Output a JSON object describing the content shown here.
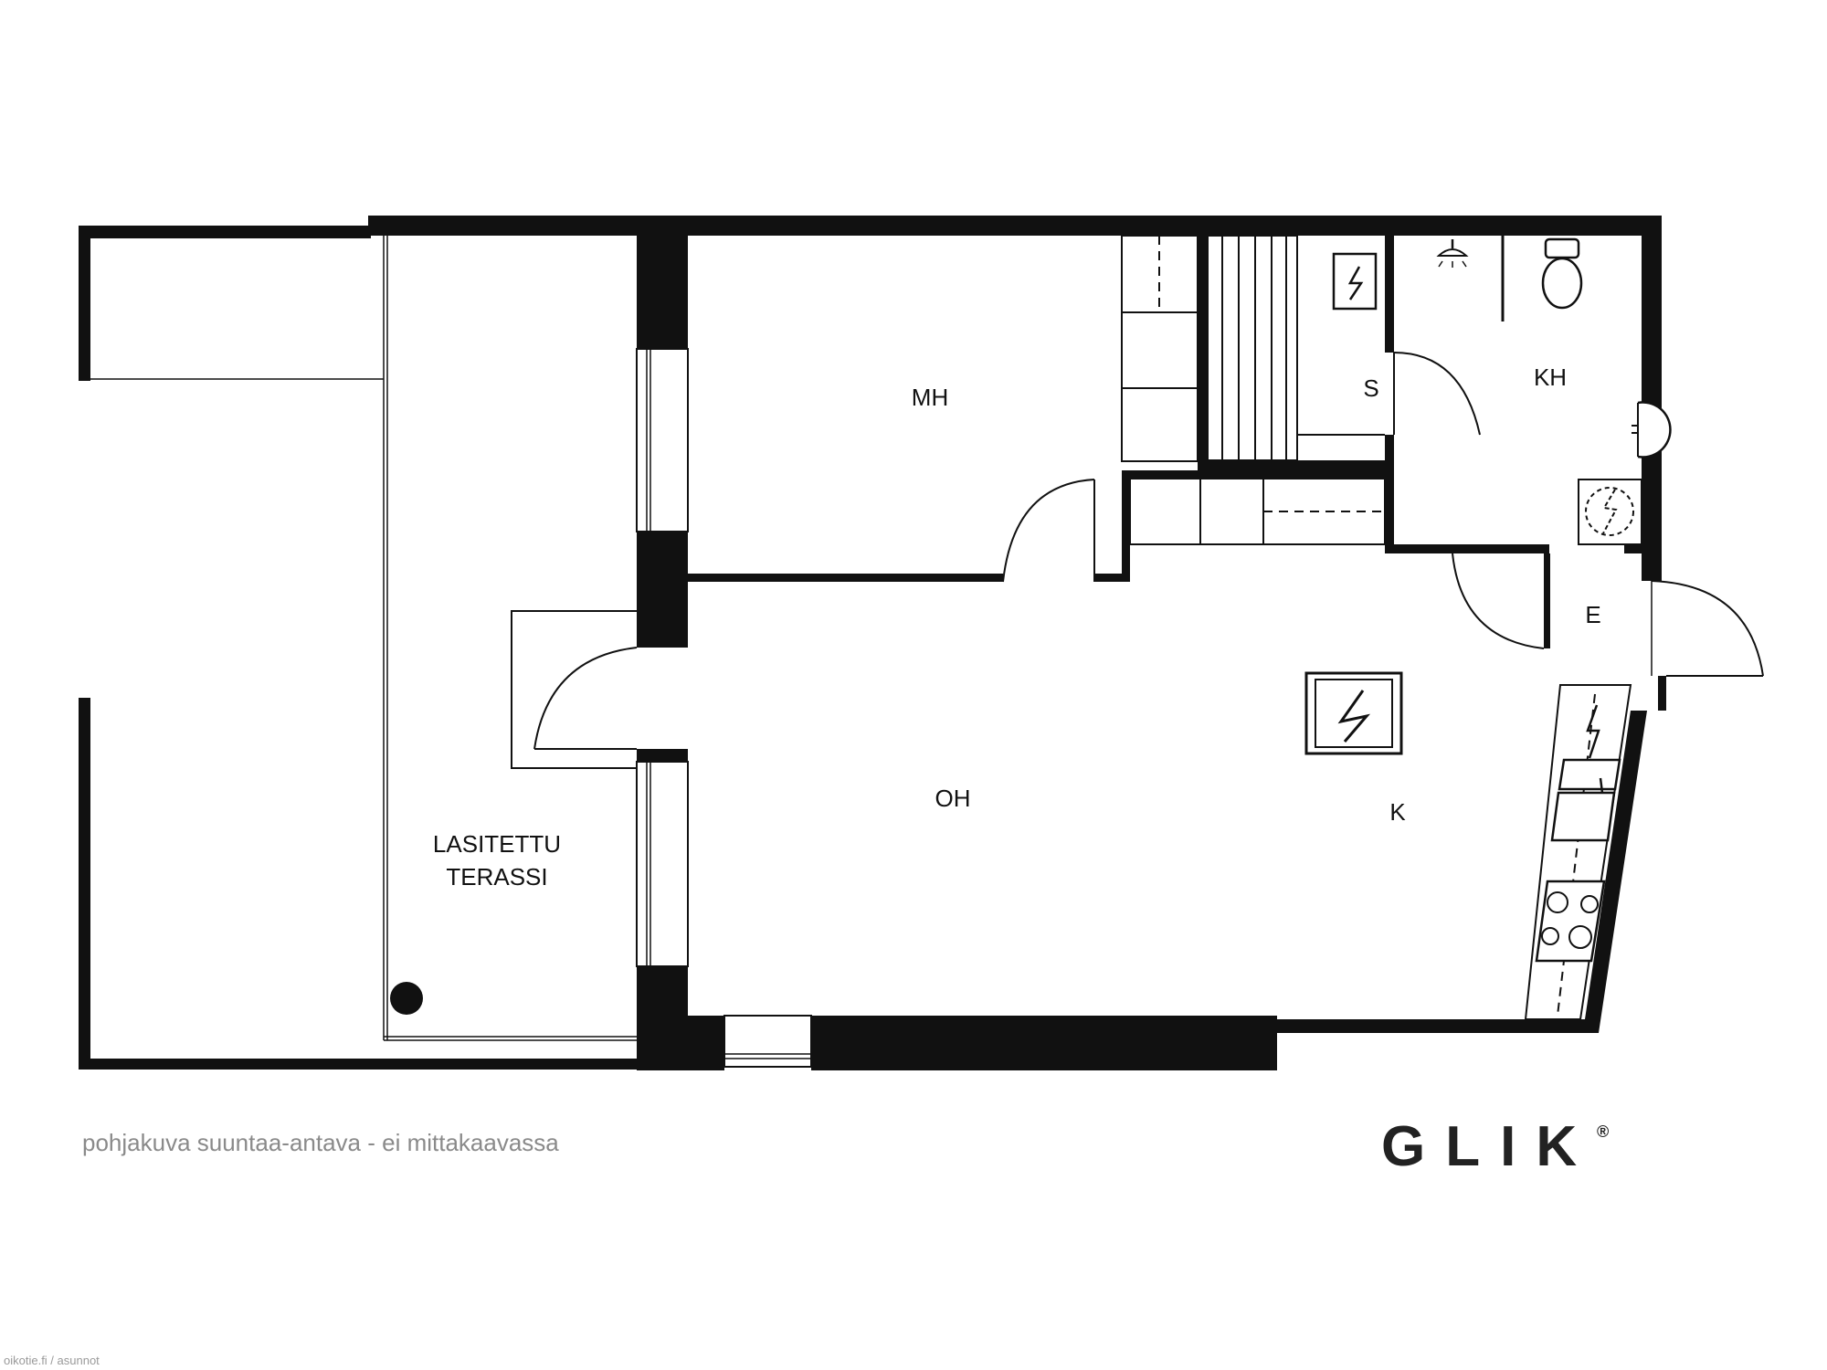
{
  "rooms": {
    "mh": "MH",
    "s": "S",
    "kh": "KH",
    "e": "E",
    "oh": "OH",
    "k": "K",
    "terrace_line1": "LASITETTU",
    "terrace_line2": "TERASSI"
  },
  "caption": "pohjakuva suuntaa-antava - ei mittakaavassa",
  "logo": {
    "text": "GLIK",
    "mark": "®"
  },
  "source": "oikotie.fi / asunnot",
  "colors": {
    "wall": "#111111",
    "caption": "#8a8a8a",
    "logo": "#222222"
  },
  "icons": [
    "electric-heater-icon",
    "shower-icon",
    "toilet-icon",
    "sink-icon",
    "floor-drain-icon",
    "sauna-stove-icon",
    "stove-icon",
    "kitchen-sink-icon",
    "column-icon"
  ]
}
